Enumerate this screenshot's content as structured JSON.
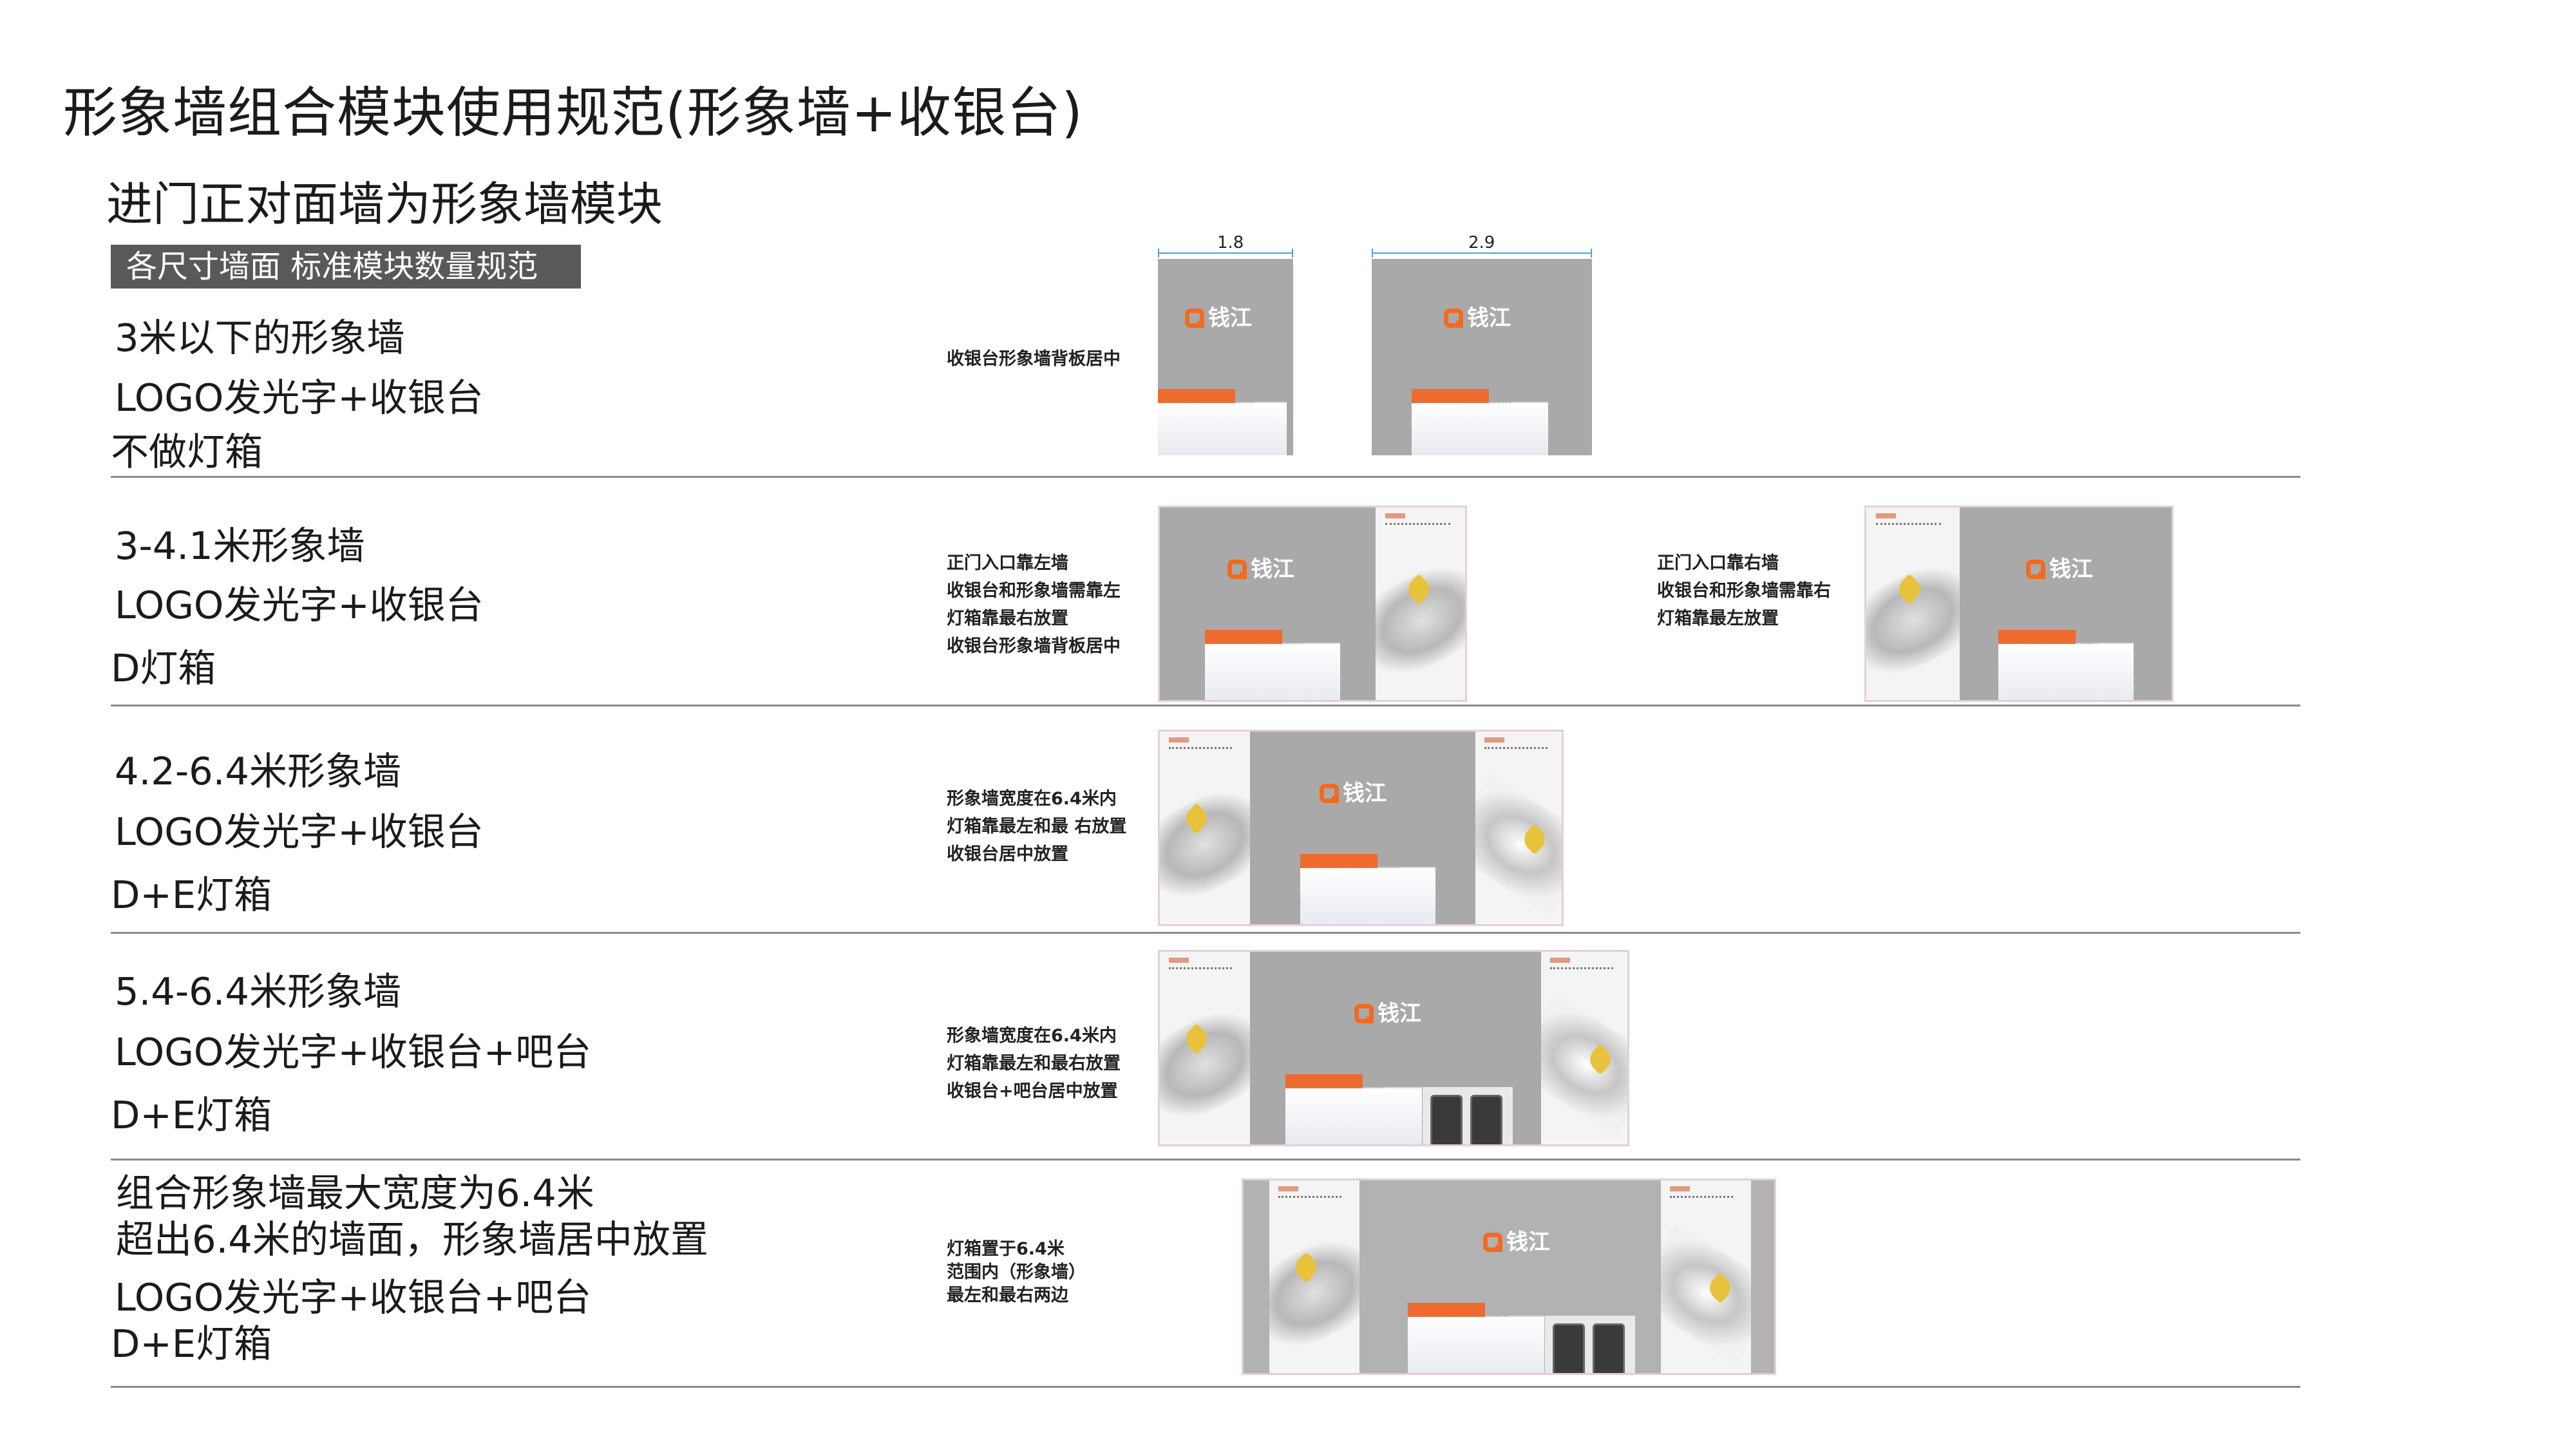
{
  "title": "形象墙组合模块使用规范(形象墙+收银台)",
  "subtitle": "进门正对面墙为形象墙模块",
  "badge": "各尺寸墙面 标准模块数量规范",
  "brand": "钱江",
  "colors": {
    "accent": "#f26a21",
    "wall": "#a9a9a9",
    "badge_bg": "#595959"
  },
  "dimensions": {
    "d1": "1.8",
    "d2": "2.9"
  },
  "rows": [
    {
      "lines": [
        "3米以下的形象墙",
        "LOGO发光字+收银台",
        "不做灯箱"
      ],
      "note": [
        "收银台形象墙背板居中"
      ]
    },
    {
      "lines": [
        "3-4.1米形象墙",
        "LOGO发光字+收银台",
        "D灯箱"
      ],
      "note_a": [
        "正门入口靠左墙",
        "收银台和形象墙需靠左",
        "灯箱靠最右放置",
        "收银台形象墙背板居中"
      ],
      "note_b": [
        "正门入口靠右墙",
        "收银台和形象墙需靠右",
        "灯箱靠最左放置"
      ]
    },
    {
      "lines": [
        "4.2-6.4米形象墙",
        "LOGO发光字+收银台",
        "D+E灯箱"
      ],
      "note": [
        "形象墙宽度在6.4米内",
        "灯箱靠最左和最 右放置",
        "收银台居中放置"
      ]
    },
    {
      "lines": [
        "5.4-6.4米形象墙",
        "LOGO发光字+收银台+吧台",
        "D+E灯箱"
      ],
      "note": [
        "形象墙宽度在6.4米内",
        "灯箱靠最左和最右放置",
        "收银台+吧台居中放置"
      ]
    },
    {
      "lines": [
        "组合形象墙最大宽度为6.4米",
        "超出6.4米的墙面，形象墙居中放置",
        "LOGO发光字+收银台+吧台",
        "D+E灯箱"
      ],
      "note": [
        "灯箱置于6.4米",
        "范围内（形象墙）",
        "最左和最右两边"
      ]
    }
  ]
}
